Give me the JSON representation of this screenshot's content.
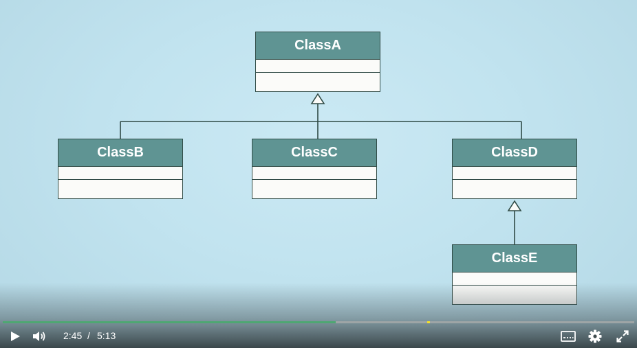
{
  "diagram": {
    "classes": [
      {
        "id": "a",
        "name": "ClassA"
      },
      {
        "id": "b",
        "name": "ClassB"
      },
      {
        "id": "c",
        "name": "ClassC"
      },
      {
        "id": "d",
        "name": "ClassD"
      },
      {
        "id": "e",
        "name": "ClassE"
      }
    ],
    "relations": [
      {
        "type": "generalization",
        "from": "ClassB",
        "to": "ClassA"
      },
      {
        "type": "generalization",
        "from": "ClassC",
        "to": "ClassA"
      },
      {
        "type": "generalization",
        "from": "ClassD",
        "to": "ClassA"
      },
      {
        "type": "generalization",
        "from": "ClassE",
        "to": "ClassD"
      }
    ]
  },
  "player": {
    "current_time": "2:45",
    "separator": "/",
    "duration": "5:13",
    "progress_fraction": 0.527,
    "marker_fraction": 0.672,
    "icons": {
      "play": "play-icon",
      "volume": "volume-icon",
      "captions": "captions-icon",
      "settings": "gear-icon",
      "fullscreen": "fullscreen-icon"
    },
    "colors": {
      "progress": "#4ea772",
      "marker": "#f5e12a",
      "header": "#5f9493"
    }
  }
}
